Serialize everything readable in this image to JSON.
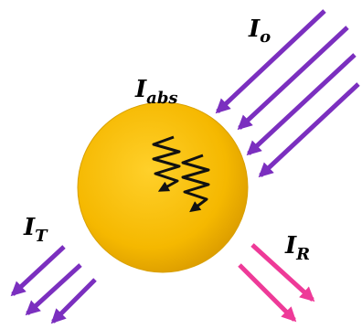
{
  "labels": {
    "incident": {
      "main": "I",
      "sub": "o"
    },
    "absorbed": {
      "main": "I",
      "sub": "abs"
    },
    "transmitted": {
      "main": "I",
      "sub": "T"
    },
    "reflected": {
      "main": "I",
      "sub": "R"
    }
  },
  "colors": {
    "incident_arrow": "#7b2fbf",
    "transmitted_arrow": "#7b2fbf",
    "reflected_arrow": "#ee3a98",
    "sphere_fill": "#f5b800",
    "sphere_rim": "#d99a00",
    "absorbed_wave": "#111111"
  },
  "counts": {
    "incident_arrows": 4,
    "transmitted_arrows": 3,
    "reflected_arrows": 2,
    "absorbed_waves": 2
  }
}
